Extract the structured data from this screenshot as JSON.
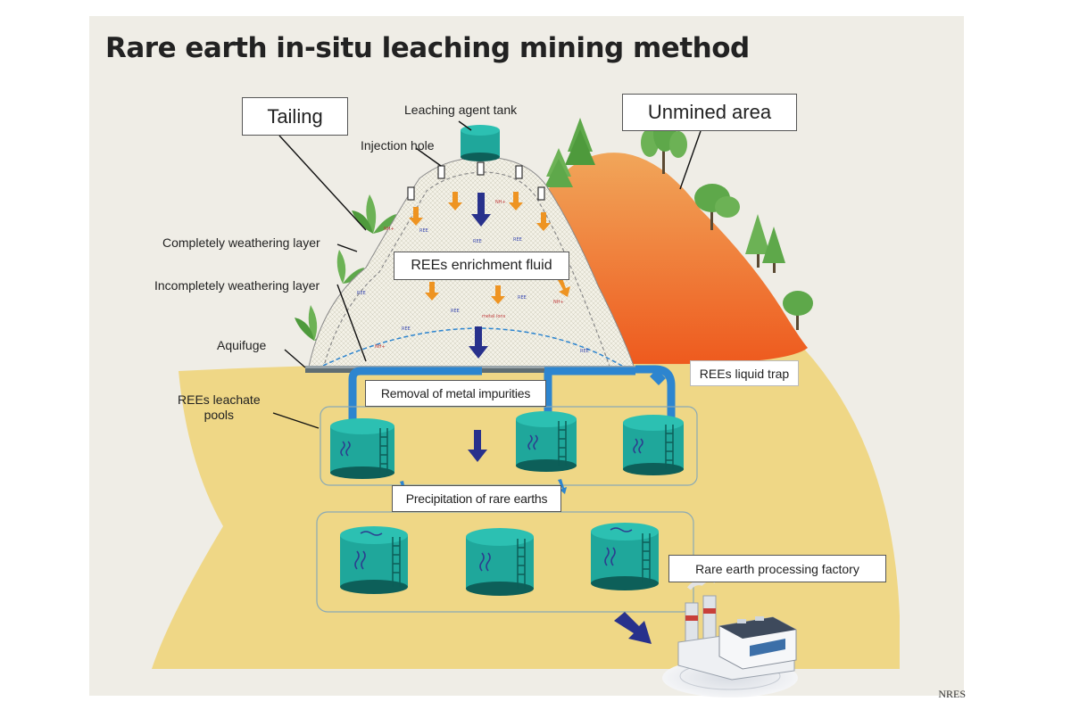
{
  "title": "Rare earth in-situ leaching mining method",
  "credit": "NRES",
  "boxes": {
    "tailing": "Tailing",
    "unmined_area": "Unmined area",
    "enrichment_fluid": "REEs enrichment fluid",
    "metal_impurities": "Removal of metal impurities",
    "precipitation": "Precipitation of rare earths",
    "liquid_trap": "REEs liquid trap",
    "factory": "Rare earth processing factory"
  },
  "labels": {
    "leaching_tank": "Leaching agent tank",
    "injection_hole": "Injection hole",
    "complete_layer": "Completely weathering layer",
    "incomplete_layer": "Incompletely weathering layer",
    "aquifuge": "Aquifuge",
    "pools_line1": "REEs leachate",
    "pools_line2": "pools"
  },
  "colors": {
    "panel_bg": "#efede6",
    "ground": "#efd786",
    "orange_hill_top": "#f1a65a",
    "orange_hill_bottom": "#ee5a1e",
    "tank_teal": "#1fa79b",
    "tank_dark": "#0d5f59",
    "pipe_blue": "#2d85cf",
    "arrow_orange": "#ee9422",
    "arrow_navy": "#28318c",
    "tree_green": "#5ea84a"
  },
  "icons": [
    "tree-icon",
    "arrow-icon",
    "tank-icon",
    "pipe-icon",
    "factory-icon"
  ]
}
